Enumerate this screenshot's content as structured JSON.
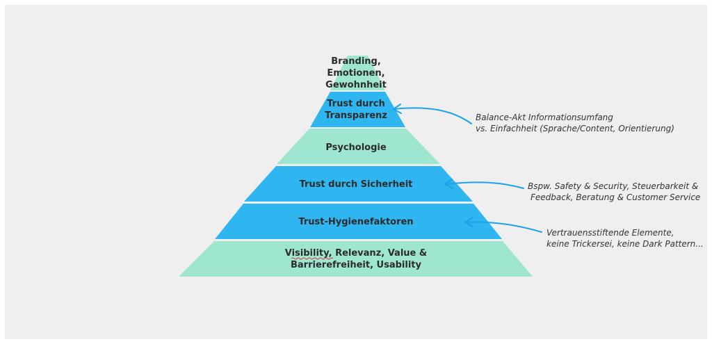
{
  "colors": {
    "background": "#efefef",
    "mint": "#9ee6cf",
    "blue": "#2fb6f0",
    "arrow": "#1aa3e8",
    "text": "#2b2b2b"
  },
  "pyramid": {
    "levels": [
      {
        "lines": [
          "Branding,",
          "Emotionen,",
          "Gewohnheit"
        ],
        "color": "mint"
      },
      {
        "lines": [
          "Trust durch",
          "Transparenz"
        ],
        "color": "blue"
      },
      {
        "lines": [
          "Psychologie"
        ],
        "color": "mint"
      },
      {
        "lines": [
          "Trust durch Sicherheit"
        ],
        "color": "blue"
      },
      {
        "lines": [
          "Trust-Hygienefaktoren"
        ],
        "color": "blue"
      },
      {
        "lines": [
          "Visibility, Relevanz, Value &",
          "Barrierefreiheit, Usability"
        ],
        "color": "mint"
      }
    ]
  },
  "annotations": [
    {
      "lines": [
        "Balance-Akt Informationsumfang",
        "vs. Einfachheit (Sprache/Content, Orientierung)"
      ],
      "points_to": "Trust durch Transparenz"
    },
    {
      "lines": [
        "Bspw. Safety & Security, Steuerbarkeit &",
        "Feedback, Beratung & Customer Service"
      ],
      "points_to": "Trust durch Sicherheit"
    },
    {
      "lines": [
        "Vertrauensstiftende Elemente,",
        "keine Trickersei, keine Dark Pattern..."
      ],
      "points_to": "Trust-Hygienefaktoren"
    }
  ]
}
